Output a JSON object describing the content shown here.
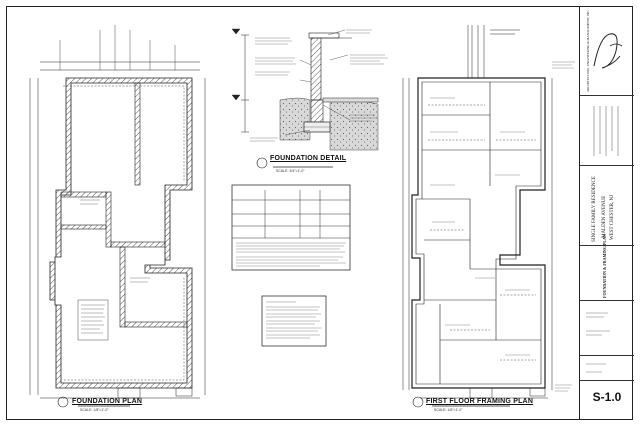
{
  "drawings": {
    "foundation_plan": {
      "title": "FOUNDATION PLAN",
      "scale": "SCALE: 1/8\"=1'-0\""
    },
    "foundation_detail": {
      "title": "FOUNDATION DETAIL",
      "scale": "SCALE: 3/4\"=1'-0\""
    },
    "first_floor_framing_plan": {
      "title": "FIRST FLOOR FRAMING PLAN",
      "scale": "SCALE: 1/8\"=1'-0\""
    }
  },
  "title_block": {
    "project_name": "SINGLE FAMILY RESIDENCE",
    "address_line_1": "MALDEN AVENUE",
    "address_line_2": "WEST CHESTER, NJ",
    "sheet_subtitle": "FOUNDATION & FRAMING PLAN",
    "firm": "ARCHITECTURE, ENGINEERING & MANAGEMENT, INC.",
    "sheet_number": "S-1.0"
  }
}
